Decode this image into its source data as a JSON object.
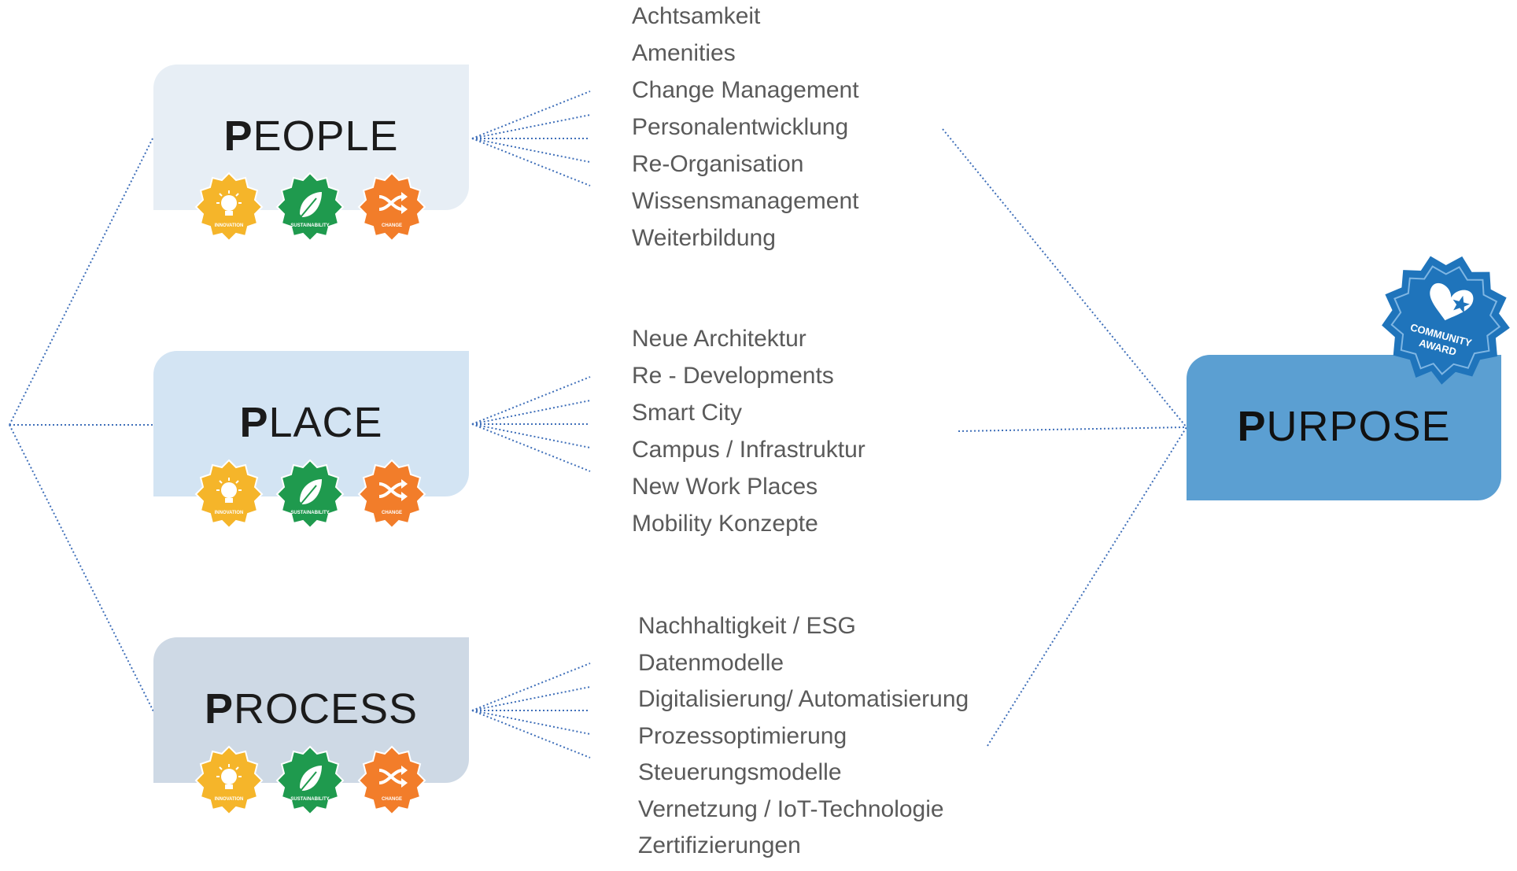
{
  "pillars": [
    {
      "initial": "P",
      "rest": "EOPLE",
      "items": [
        "Achtsamkeit",
        "Amenities",
        "Change Management",
        "Personalentwicklung",
        "Re-Organisation",
        "Wissensmanagement",
        "Weiterbildung"
      ]
    },
    {
      "initial": "P",
      "rest": "LACE",
      "items": [
        "Neue Architektur",
        "Re - Developments",
        "Smart City",
        "Campus / Infrastruktur",
        "New Work Places",
        "Mobility Konzepte"
      ]
    },
    {
      "initial": "P",
      "rest": "ROCESS",
      "items": [
        "Nachhaltigkeit / ESG",
        "Datenmodelle",
        "Digitalisierung/ Automatisierung",
        "Prozessoptimierung",
        "Steuerungsmodelle",
        "Vernetzung / IoT-Technologie",
        "Zertifizierungen"
      ]
    }
  ],
  "purpose": {
    "initial": "P",
    "rest": "URPOSE"
  },
  "badges": [
    {
      "label": "INNOVATION",
      "icon": "lightbulb-icon",
      "color": "#f5b52a"
    },
    {
      "label": "SUSTAINABILITY",
      "icon": "leaf-icon",
      "color": "#1f9a4e"
    },
    {
      "label": "CHANGE",
      "icon": "shuffle-icon",
      "color": "#f27d2a"
    }
  ],
  "award": {
    "line1": "COMMUNITY",
    "line2": "AWARD",
    "icon": "heart-star-icon",
    "color": "#1f74bb"
  },
  "colors": {
    "connector": "#3f6fb9"
  }
}
